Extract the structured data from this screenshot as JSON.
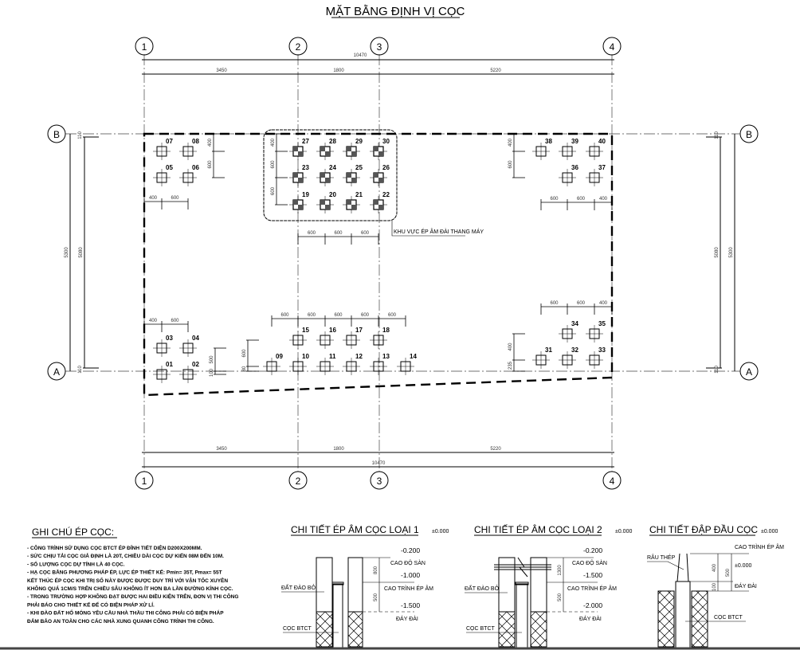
{
  "title": "MẶT BẰNG ĐỊNH VỊ CỌC",
  "grid": {
    "columns": [
      "1",
      "2",
      "3",
      "4"
    ],
    "rows": [
      "A",
      "B"
    ]
  },
  "dims": {
    "overall_x": "10470",
    "spans_x": [
      "3450",
      "1800",
      "5220"
    ],
    "overall_y": "5300",
    "inner_y": "5080",
    "offset_edge": "110",
    "group_tl": {
      "h": [
        "400",
        "600"
      ],
      "v": [
        "400",
        "600"
      ]
    },
    "group_elev": {
      "h": [
        "600",
        "600",
        "600"
      ],
      "v": [
        "400",
        "600",
        "600"
      ]
    },
    "group_tr": {
      "h": [
        "600",
        "600",
        "400"
      ],
      "v": [
        "400",
        "600"
      ]
    },
    "group_bl": {
      "h": [
        "400",
        "600"
      ],
      "v": [
        "500",
        "100"
      ]
    },
    "group_bm": {
      "h": [
        "600",
        "600",
        "600",
        "600",
        "600"
      ],
      "v": [
        "600",
        "80"
      ]
    },
    "group_br": {
      "h": [
        "600",
        "600",
        "400"
      ],
      "v": [
        "400",
        "235"
      ]
    }
  },
  "piles": [
    "01",
    "02",
    "03",
    "04",
    "05",
    "06",
    "07",
    "08",
    "09",
    "10",
    "11",
    "12",
    "13",
    "14",
    "15",
    "16",
    "17",
    "18",
    "19",
    "20",
    "21",
    "22",
    "23",
    "24",
    "25",
    "26",
    "27",
    "28",
    "29",
    "30",
    "31",
    "32",
    "33",
    "34",
    "35",
    "36",
    "37",
    "38",
    "39",
    "40"
  ],
  "elevator_zone_label": "KHU VỰC ÉP ÂM ĐÀI THANG MÁY",
  "notes": {
    "title": "GHI CHÚ ÉP CỌC:",
    "lines": [
      "- CÔNG TRÌNH SỬ DỤNG CỌC BTCT ÉP ĐỈNH TIẾT DIỆN D200X200MM.",
      "- SỨC CHỊU TẢI CỌC GIẢ ĐỊNH LÀ 20T, CHIỀU DÀI CỌC DỰ KIẾN 08M ĐẾN 10M.",
      "- SỐ LƯỢNG CỌC DỰ TÍNH LÀ 40 CỌC.",
      "- HẠ CỌC BẰNG PHƯƠNG PHÁP ÉP, LỰC ÉP THIẾT KẾ: Pmin= 35T, Pmax= 55T",
      "  KẾT THÚC ÉP CỌC KHI TRỊ SỐ NÀY ĐƯỢC ĐƯỢC DUY TRÌ VỚI VẬN TỐC XUYÊN",
      "  KHÔNG QUÁ 1CM/S TRÊN CHIỀU SÂU KHÔNG ÍT HƠN BA LẦN ĐƯỜNG KÍNH CỌC.",
      "- TRONG TRƯỜNG HỢP KHÔNG ĐẠT ĐƯỢC HAI ĐIỀU KIỆN TRÊN, ĐƠN VỊ THI CÔNG",
      "  PHẢI BÁO CHO THIẾT KẾ ĐỂ CÓ BIỆN PHÁP XỬ LÍ.",
      "- KHI ĐÀO ĐẤT HỐ MÓNG YÊU CẦU NHÀ THẦU THI CÔNG PHẢI CÓ BIỆN PHÁP",
      "  ĐẢM BẢO AN TOÀN CHO CÁC NHÀ XUNG QUANH CÔNG TRÌNH THI CÔNG."
    ]
  },
  "detail1": {
    "title": "CHI TIẾT ÉP ÂM CỌC LOẠI 1",
    "ghost": "±0.000",
    "lv1": "-0.200",
    "lv1_label": "CAO ĐỘ SÀN",
    "lv2": "-1.000",
    "lv2_label": "CAO TRÌNH ÉP ÂM",
    "lv3": "-1.500",
    "lv3_label": "ĐÁY ĐÀI",
    "dim_top": "800",
    "dim_bot": "500",
    "soil_label": "ĐẤT ĐÀO BỎ",
    "pile_label": "CỌC BTCT"
  },
  "detail2": {
    "title": "CHI TIẾT ÉP ÂM CỌC LOẠI 2",
    "ghost": "±0.000",
    "lv1": "-0.200",
    "lv1_label": "CAO ĐỘ SÀN",
    "lv2": "-1.500",
    "lv2_label": "CAO TRÌNH ÉP ÂM",
    "lv3": "-2.000",
    "lv3_label": "ĐÁY ĐÀI",
    "dim_top": "1300",
    "dim_bot": "500",
    "soil_label": "ĐẤT ĐÀO BỎ",
    "pile_label": "CỌC BTCT"
  },
  "detail3": {
    "title": "CHI TIẾT ĐẬP ĐẦU CỌC",
    "ghost": "±0.000",
    "top_label": "CAO TRÌNH ÉP ÂM",
    "zero": "±0.000",
    "bottom_label": "ĐÁY ĐÀI",
    "rebar_label": "RÂU THÉP",
    "pile_label": "CỌC BTCT",
    "dim_a": "400",
    "dim_b": "100",
    "dim_total": "500"
  },
  "colors": {
    "line": "#000000",
    "grid": "#444444",
    "pile_fill": "#555555"
  }
}
